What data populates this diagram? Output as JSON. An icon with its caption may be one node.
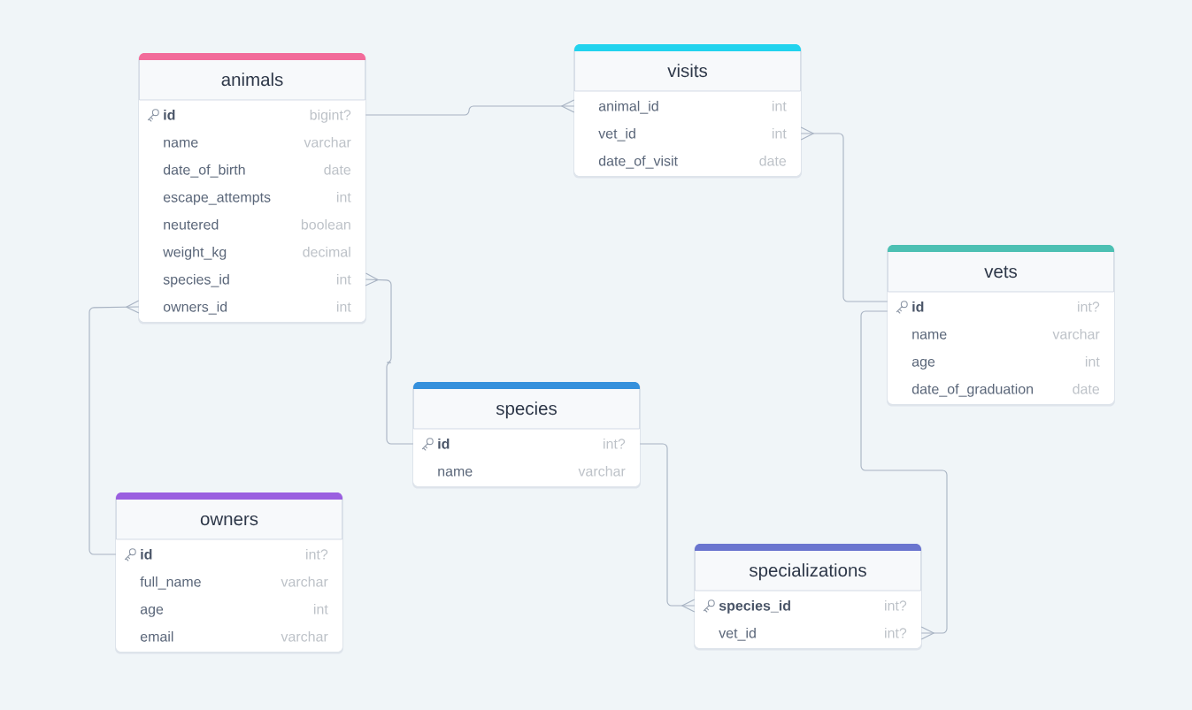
{
  "diagram": {
    "nodes": [
      {
        "text": [
          "animals"
        ]
      },
      {
        "text": [
          "id",
          "bigint?"
        ],
        "in": 0
      },
      {
        "text": [
          "name",
          "varchar"
        ],
        "in": 0
      },
      {
        "text": [
          "date_of_birth",
          "date"
        ],
        "in": 0
      },
      {
        "text": [
          "escape_attempts",
          "int"
        ],
        "in": 0
      },
      {
        "text": [
          "neutered",
          "boolean"
        ],
        "in": 0
      },
      {
        "text": [
          "weight_kg",
          "decimal"
        ],
        "in": 0
      },
      {
        "text": [
          "species_id",
          "int"
        ],
        "in": 0
      },
      {
        "text": [
          "owners_id",
          "int"
        ],
        "in": 0
      },
      {
        "text": [
          "visits"
        ]
      },
      {
        "text": [
          "animal_id",
          "int"
        ],
        "in": 9
      },
      {
        "text": [
          "vet_id",
          "int"
        ],
        "in": 9
      },
      {
        "text": [
          "date_of_visit",
          "date"
        ],
        "in": 9
      },
      {
        "text": [
          "vets"
        ]
      },
      {
        "text": [
          "id",
          "int?"
        ],
        "in": 13
      },
      {
        "text": [
          "name",
          "varchar"
        ],
        "in": 13
      },
      {
        "text": [
          "age",
          "int"
        ],
        "in": 13
      },
      {
        "text": [
          "date_of_graduation",
          "date"
        ],
        "in": 13
      },
      {
        "text": [
          "species"
        ]
      },
      {
        "text": [
          "id",
          "int?"
        ],
        "in": 18
      },
      {
        "text": [
          "name",
          "varchar"
        ],
        "in": 18
      },
      {
        "text": [
          "owners"
        ]
      },
      {
        "text": [
          "id",
          "int?"
        ],
        "in": 21
      },
      {
        "text": [
          "full_name",
          "varchar"
        ],
        "in": 21
      },
      {
        "text": [
          "age",
          "int"
        ],
        "in": 21
      },
      {
        "text": [
          "email",
          "varchar"
        ],
        "in": 21
      },
      {
        "text": [
          "specializations"
        ]
      },
      {
        "text": [
          "species_id",
          "int?"
        ],
        "in": 26
      },
      {
        "text": [
          "vet_id",
          "int?"
        ],
        "in": 26
      }
    ],
    "edges": [
      {
        "from": 1,
        "to": 10,
        "arrow": "other"
      },
      {
        "from": 14,
        "to": 11,
        "arrow": "other"
      },
      {
        "from": 19,
        "to": 7,
        "arrow": "other"
      },
      {
        "from": 22,
        "to": 8,
        "arrow": "other"
      },
      {
        "from": 19,
        "to": 27,
        "arrow": "other"
      },
      {
        "from": 14,
        "to": 28,
        "arrow": "other"
      }
    ]
  }
}
